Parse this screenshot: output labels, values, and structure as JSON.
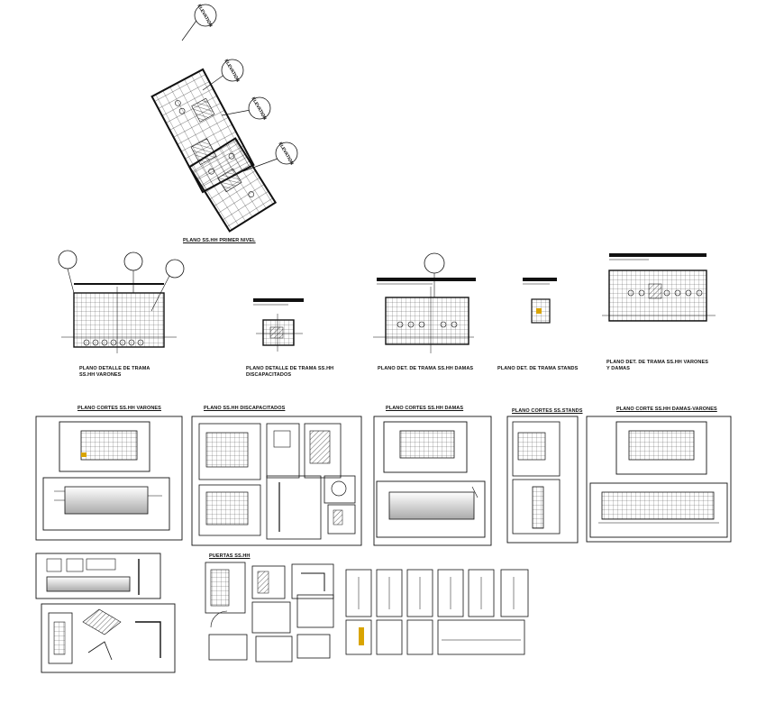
{
  "sheet": {
    "plan_first_level": "PLANO SS.HH PRIMER NIVEL",
    "elevation_tag": "ELEVATION"
  },
  "detail_row": {
    "d1": [
      "PLANO DETALLE DE TRAMA",
      "SS.HH VARONES"
    ],
    "d2": [
      "PLANO DETALLE DE TRAMA SS.HH",
      "DISCAPACITADOS"
    ],
    "d3": "PLANO DET. DE TRAMA SS.HH DAMAS",
    "d4": "PLANO DET. DE TRAMA STANDS",
    "d5": [
      "PLANO DET. DE TRAMA SS.HH VARONES",
      "Y DAMAS"
    ]
  },
  "sections_row": {
    "s1": "PLANO CORTES SS.HH VARONES",
    "s2": "PLANO SS.HH DISCAPACITADOS",
    "s3": "PLANO CORTES SS.HH DAMAS",
    "s4": "PLANO CORTES SS.STANDS",
    "s5": "PLANO CORTE SS.HH DAMAS-VARONES"
  },
  "bottom_row": {
    "doors": "PUERTAS SS.HH"
  },
  "colors": {
    "line": "#111111",
    "paper": "#ffffff",
    "accent": "#d9a400"
  }
}
